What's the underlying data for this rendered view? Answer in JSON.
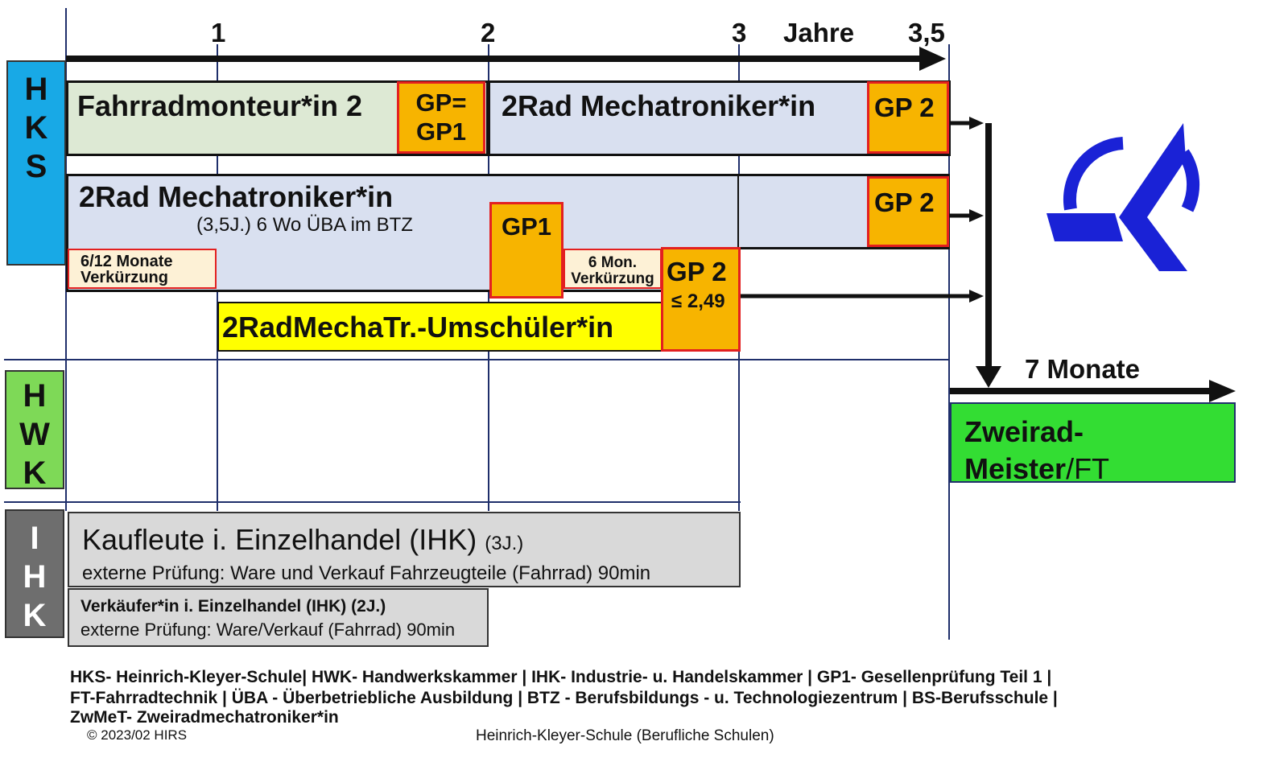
{
  "axis": {
    "ticks": [
      "1",
      "2",
      "3",
      "Jahre",
      "3,5"
    ]
  },
  "sides": {
    "hks": [
      "H",
      "K",
      "S"
    ],
    "hwk": [
      "H",
      "W",
      "K"
    ],
    "ihk": [
      "I",
      "H",
      "K"
    ]
  },
  "rows": {
    "fahrradmonteur": "Fahrradmonteur*in 2",
    "gp_eq_line1": "GP=",
    "gp_eq_line2": "GP1",
    "mecha_top": "2Rad Mechatroniker*in",
    "gp2_top": "GP 2",
    "mecha_mid": "2Rad Mechatroniker*in",
    "mecha_mid_sub": "(3,5J.) 6 Wo ÜBA im BTZ",
    "gp2_mid": "GP 2",
    "gp1_mid": "GP1",
    "verk_1_line1": "6/12 Monate",
    "verk_1_line2": "Verkürzung",
    "verk_2_line1": "6 Mon.",
    "verk_2_line2": "Verkürzung",
    "gp2_low": "GP 2",
    "gp2_low_sub": "≤  2,49",
    "umschueler": "2RadMechaTr.-Umschüler*in",
    "monate": "7 Monate",
    "meister_line1": "Zweirad-",
    "meister_line2a": "Meister",
    "meister_line2b": "/FT"
  },
  "ihk": {
    "kaufleute_title": "Kaufleute i. Einzelhandel (IHK)",
    "kaufleute_dur": "(3J.)",
    "kaufleute_sub": "externe Prüfung: Ware und Verkauf Fahrzeugteile (Fahrrad) 90min",
    "verkaeufer_title": "Verkäufer*in i. Einzelhandel (IHK) (2J.)",
    "verkaeufer_sub": "externe Prüfung: Ware/Verkauf (Fahrrad) 90min"
  },
  "legend": {
    "line1": "HKS- Heinrich-Kleyer-Schule| HWK- Handwerkskammer | IHK- Industrie- u. Handelskammer | GP1- Gesellenprüfung Teil 1 |",
    "line2": "FT-Fahrradtechnik | ÜBA - Überbetriebliche Ausbildung | BTZ - Berufsbildungs - u. Technologiezentrum | BS-Berufsschule |",
    "line3": "ZwMeT- Zweiradmechatroniker*in",
    "copyright": "© 2023/02 HIRS",
    "school": "Heinrich-Kleyer-Schule (Berufliche Schulen)"
  },
  "colors": {
    "hks": "#18a9e6",
    "hwk": "#7ed957",
    "ihk": "#6e6e6e",
    "green_bar": "#dde9d4",
    "blue_bar": "#d9e0f0",
    "gp": "#f7b400",
    "umschueler": "#ffff00",
    "meister": "#33dd33",
    "logo": "#1a22d6"
  }
}
